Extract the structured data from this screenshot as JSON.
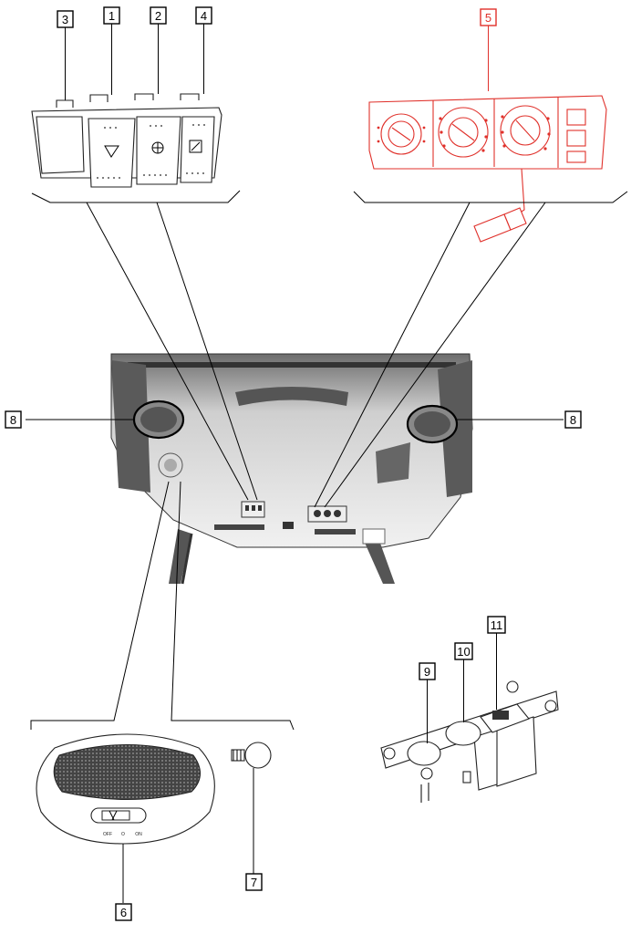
{
  "callouts": {
    "c1": "1",
    "c2": "2",
    "c3": "3",
    "c4": "4",
    "c5": "5",
    "c6": "6",
    "c7": "7",
    "c8_left": "8",
    "c8_right": "8",
    "c9": "9",
    "c10": "10",
    "c11": "11"
  },
  "dome_light": {
    "off_label": "OFF",
    "zero_label": "O",
    "on_label": "ON"
  },
  "colors": {
    "highlight": "#e0312b",
    "line": "#000000"
  }
}
